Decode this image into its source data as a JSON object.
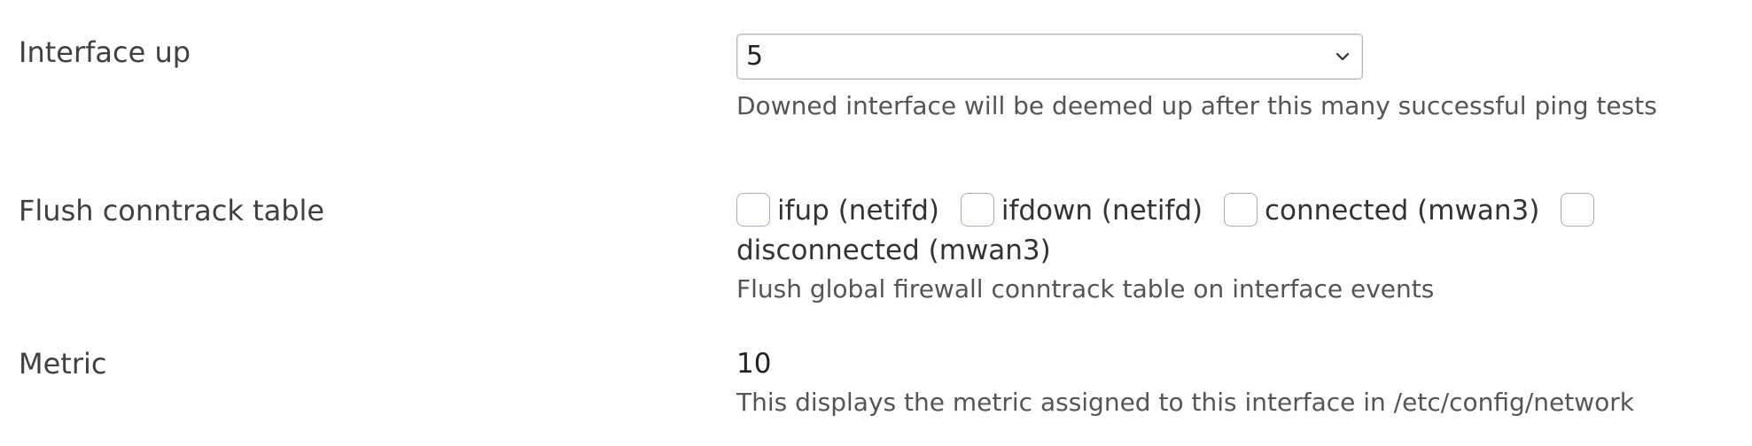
{
  "rows": {
    "interface_up": {
      "label": "Interface up",
      "selected_value": "5",
      "description": "Downed interface will be deemed up after this many successful ping tests"
    },
    "flush_conntrack": {
      "label": "Flush conntrack table",
      "options": [
        {
          "label": "ifup (netifd)",
          "checked": false
        },
        {
          "label": "ifdown (netifd)",
          "checked": false
        },
        {
          "label": "connected (mwan3)",
          "checked": false
        },
        {
          "label": "disconnected (mwan3)",
          "checked": false
        }
      ],
      "description": "Flush global firewall conntrack table on interface events"
    },
    "metric": {
      "label": "Metric",
      "value": "10",
      "description": "This displays the metric assigned to this interface in /etc/config/network"
    }
  },
  "icons": {
    "select_chevron": "chevron-down-icon"
  }
}
